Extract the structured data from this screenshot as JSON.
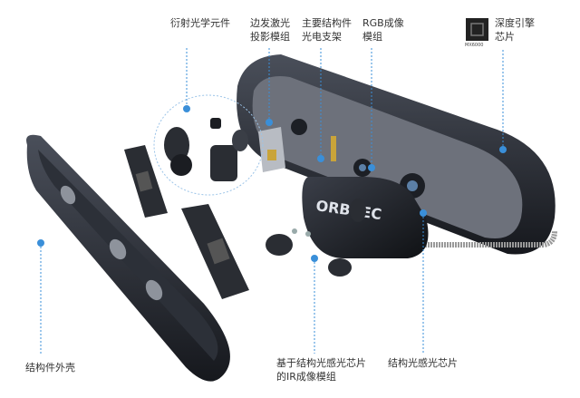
{
  "labels": {
    "doe": "衍射光学元件",
    "laser": "边发激光\n投影模组",
    "bracket": "主要结构件\n光电支架",
    "rgb": "RGB成像\n模组",
    "depth_chip": "深度引擎\n芯片",
    "chip_caption": "MX6000",
    "shell": "结构件外壳",
    "ir_module": "基于结构光感光芯片\n的IR成像模组",
    "sensor": "结构光感光芯片"
  },
  "brand_logo_text": "ORBBEC",
  "colors": {
    "callout": "#3a8fd9",
    "body": "#23262d",
    "text": "#333333"
  }
}
